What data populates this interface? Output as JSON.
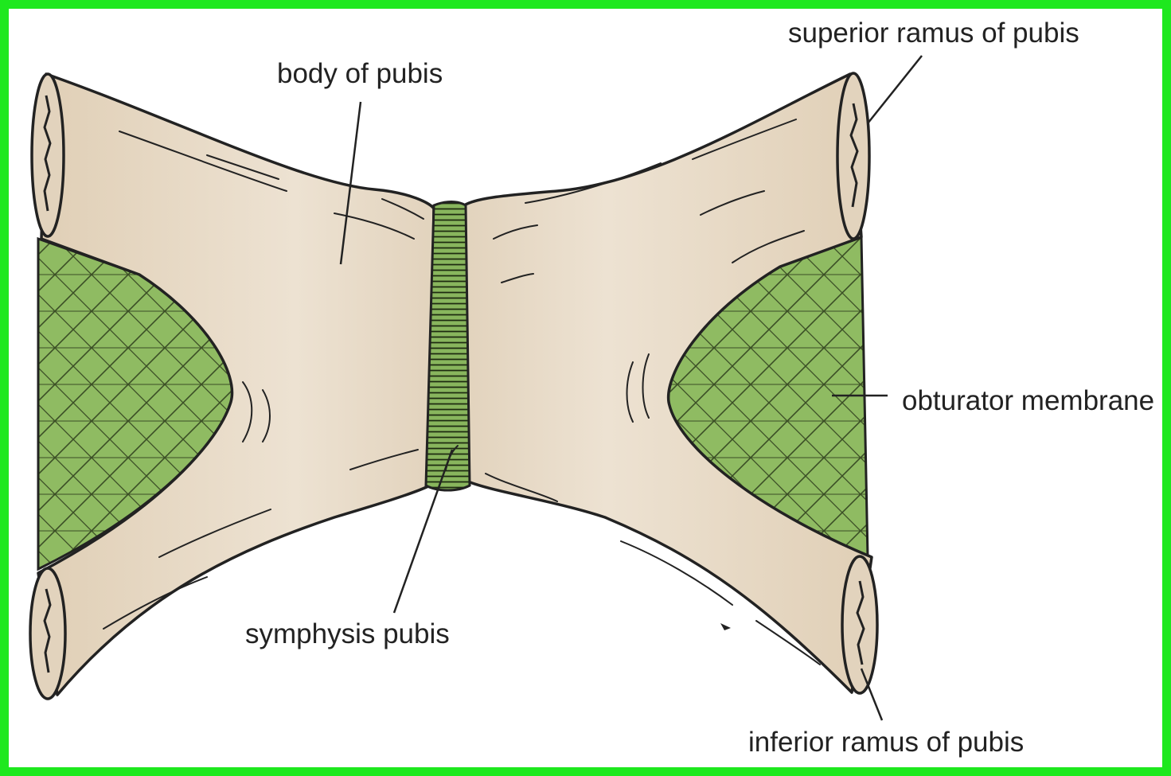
{
  "labels": {
    "body_of_pubis": "body of pubis",
    "superior_ramus": "superior ramus of pubis",
    "obturator_membrane": "obturator membrane",
    "symphysis_pubis": "symphysis pubis",
    "inferior_ramus": "inferior ramus of pubis"
  },
  "colors": {
    "frame": "#1ee81e",
    "bone": "#e2d3bd",
    "bone_highlight": "#efe5d6",
    "membrane": "#8fbb62",
    "outline": "#222222"
  }
}
